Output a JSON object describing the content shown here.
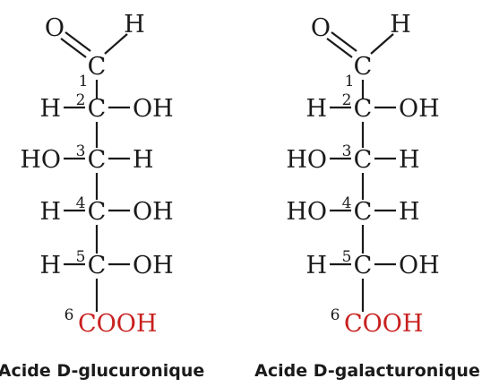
{
  "molecules": [
    {
      "caption": "Acide D-glucuronique",
      "aldehyde": {
        "oxygen": "O",
        "hydrogen": "H",
        "carbon": "C",
        "number": "1"
      },
      "rows": [
        {
          "number": "2",
          "left": "H",
          "center": "C",
          "right": "OH"
        },
        {
          "number": "3",
          "left": "HO",
          "center": "C",
          "right": "H"
        },
        {
          "number": "4",
          "left": "H",
          "center": "C",
          "right": "OH"
        },
        {
          "number": "5",
          "left": "H",
          "center": "C",
          "right": "OH"
        }
      ],
      "terminal": {
        "number": "6",
        "group": "COOH"
      }
    },
    {
      "caption": "Acide D-galacturonique",
      "aldehyde": {
        "oxygen": "O",
        "hydrogen": "H",
        "carbon": "C",
        "number": "1"
      },
      "rows": [
        {
          "number": "2",
          "left": "H",
          "center": "C",
          "right": "OH"
        },
        {
          "number": "3",
          "left": "HO",
          "center": "C",
          "right": "H"
        },
        {
          "number": "4",
          "left": "HO",
          "center": "C",
          "right": "H"
        },
        {
          "number": "5",
          "left": "H",
          "center": "C",
          "right": "OH"
        }
      ],
      "terminal": {
        "number": "6",
        "group": "COOH"
      }
    }
  ],
  "colors": {
    "text": "#1a1a1a",
    "cooh": "#c8201e",
    "background": "#ffffff"
  }
}
